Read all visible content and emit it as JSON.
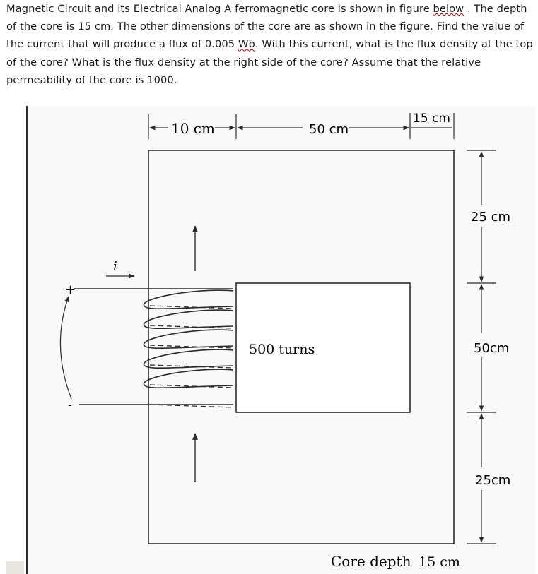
{
  "problem": {
    "text_part1": "Magnetic Circuit and its Electrical Analog A ferromagnetic core is shown in figure ",
    "word_below": "below",
    "text_part2": " . The depth of the core is 15 cm. The other dimensions of the core are as shown in the figure. Find the value of the current that will produce a flux of 0.005 ",
    "word_wb": "Wb",
    "text_part3": ". With this current, what is the flux density at the top of the core? What is the flux density at the right side of the core? Assume that the relative permeability of the core is 1000."
  },
  "diagram": {
    "dim_left_width": "10 cm",
    "dim_window_width": "50 cm",
    "dim_right_width": "15 cm",
    "dim_top_height": "25 cm",
    "dim_window_height": "50cm",
    "dim_bottom_height": "25cm",
    "current_label": "i",
    "plus_sign": "+",
    "minus_sign": "-",
    "turns_label": "500 turns",
    "core_depth_label": "Core depth",
    "core_depth_value": "15 cm",
    "line_color": "#2b2b2b",
    "underline_color": "#b00000"
  }
}
